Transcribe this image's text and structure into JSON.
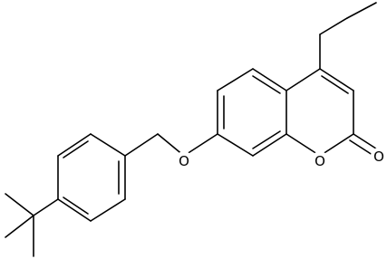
{
  "molecule": {
    "atoms": {
      "ether_oxygen": "O",
      "ring_oxygen": "O",
      "carbonyl_oxygen": "O"
    },
    "colors": {
      "bond": "#000000",
      "label": "#000000",
      "background": "#ffffff"
    }
  }
}
